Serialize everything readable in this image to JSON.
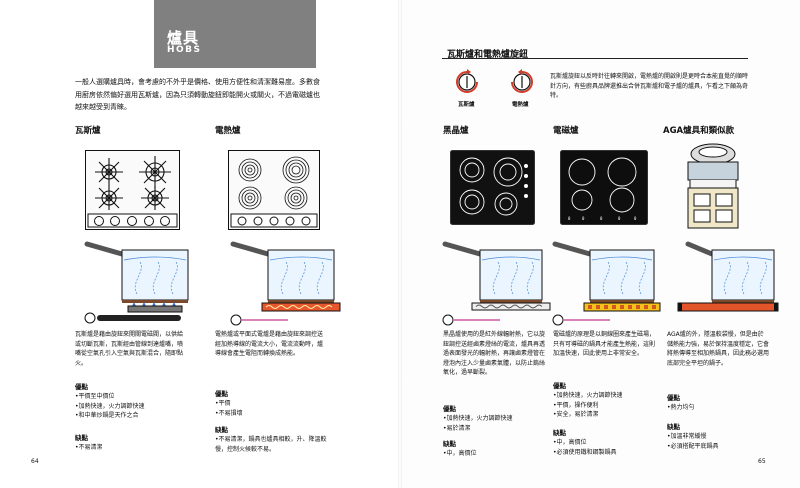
{
  "header": {
    "title_zh": "爐具",
    "title_en": "HOBS"
  },
  "intro": "一般人選購爐具時，會考慮的不外乎是價格、使用方便性和清潔難易度。多數食用廚房依然偏好選用瓦斯爐，因為只須轉動旋鈕即能開火或關火，不過電磁爐也越來越受到青睞。",
  "knobs": {
    "title": "瓦斯爐和電熱爐旋鈕",
    "gas_label": "瓦斯爐",
    "electric_label": "電熱爐",
    "desc": "瓦斯爐旋鈕以反時針往轉來開啟，電熱爐的開啟則是更時合本能直覺的順時針方向，有些廚具品牌還推出合併瓦斯爐和電子爐的爐具，乍看之下頗為奇特。"
  },
  "columns": [
    {
      "heading": "瓦斯爐",
      "desc": "瓦斯爐是藉由旋鈕來開關電磁閥，以供給或切斷瓦斯，瓦斯經由管線到達爐嘴，噴嘴從空氣孔引入空氣與瓦斯混合，隨即點火。",
      "pros_label": "優點",
      "pros": [
        "平價至中價位",
        "加熱快速，火力調節快速",
        "和中華炒鍋是天作之合"
      ],
      "cons_label": "缺點",
      "cons": [
        "不易清潔"
      ]
    },
    {
      "heading": "電熱爐",
      "desc": "電熱爐或平面式電爐是藉由旋鈕來調控送經加熱導線的電流大小，電流流動時，爐導線會產生電阻而轉換成熱能。",
      "pros_label": "優點",
      "pros": [
        "平價",
        "不易損壞"
      ],
      "cons_label": "缺點",
      "cons": [
        "不易清潔，鍋具也爐具相較，升、降溫較慢，控制火候較不易。"
      ]
    },
    {
      "heading": "黑晶爐",
      "desc": "黑晶爐使用的是紅外線輻射熱，它以旋鈕調控送經鹵素燈絲的電流，爐具再透過表面發光的輻射熱，再讓鹵素燈管在燈泡內注入少量鹵素氣體，以防止鎢絲氧化，過早斷裂。",
      "pros_label": "優點",
      "pros": [
        "加熱快速，火力調節快速",
        "易於清潔"
      ],
      "cons_label": "缺點",
      "cons": [
        "中，高價位"
      ]
    },
    {
      "heading": "電磁爐",
      "desc": "電磁爐的原理是以銅線圈來產生磁場，只有可導磁的鍋具才能產生熱能，這則加溫快速，因此使用上非常安全。",
      "pros_label": "優點",
      "pros": [
        "加熱快速，火力調節快速",
        "平價，操作便利",
        "安全，易於清潔"
      ],
      "cons_label": "缺點",
      "cons": [
        "中，高價位",
        "必須使用鐵和鋼製鍋具"
      ]
    },
    {
      "heading": "AGA爐具和類似款",
      "desc": "AGA爐的外，隱溫較袋慢，但是由於儲熱能力強，易於保持溫度穩定，它會將熱傳導至相加熱鍋具，因此務必選用底部完全平坦的鍋子。",
      "pros_label": "優點",
      "pros": [
        "熱力均勻"
      ],
      "cons_label": "缺點",
      "cons": [
        "加溫非常緩慢",
        "必須搭配平底鍋具"
      ]
    }
  ],
  "page_numbers": {
    "left": "64",
    "right": "65"
  }
}
